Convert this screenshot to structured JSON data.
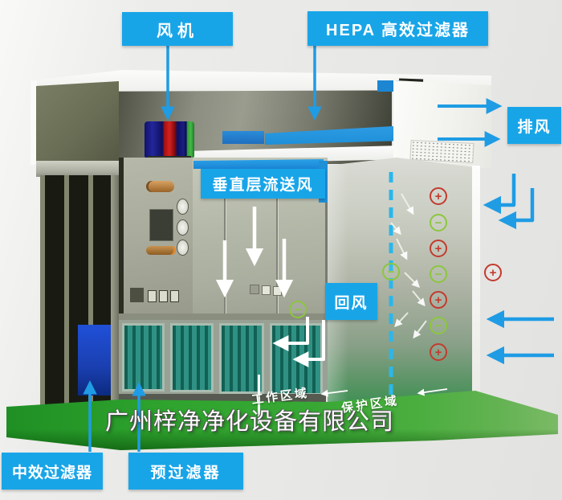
{
  "diagram": {
    "watermark": "广州梓净净化设备有限公司",
    "labels": {
      "fan": "风机",
      "hepa_filter": "HEPA 高效过滤器",
      "exhaust": "排风",
      "vertical_laminar_supply": "垂直层流送风",
      "return_air": "回风",
      "medium_filter": "中效过滤器",
      "pre_filter": "预过滤器"
    },
    "zones": {
      "work_area": "工作区域",
      "protection_area": "保护区域"
    },
    "symbols": {
      "positive": "+",
      "negative": "−"
    },
    "colors": {
      "label_background": "#18a5e8",
      "flow_arrow_blue": "#1f9ce4",
      "boundary_dashed_cyan": "#2ab7ec",
      "positive_pressure_red": "#c23b2e",
      "negative_pressure_green": "#8cc63e",
      "floor_green": "#2fa42e",
      "prefilter_teal": "#2f9183",
      "hepa_blue": "#1e8fd8",
      "medium_filter_blue": "#1a3fb0"
    }
  }
}
